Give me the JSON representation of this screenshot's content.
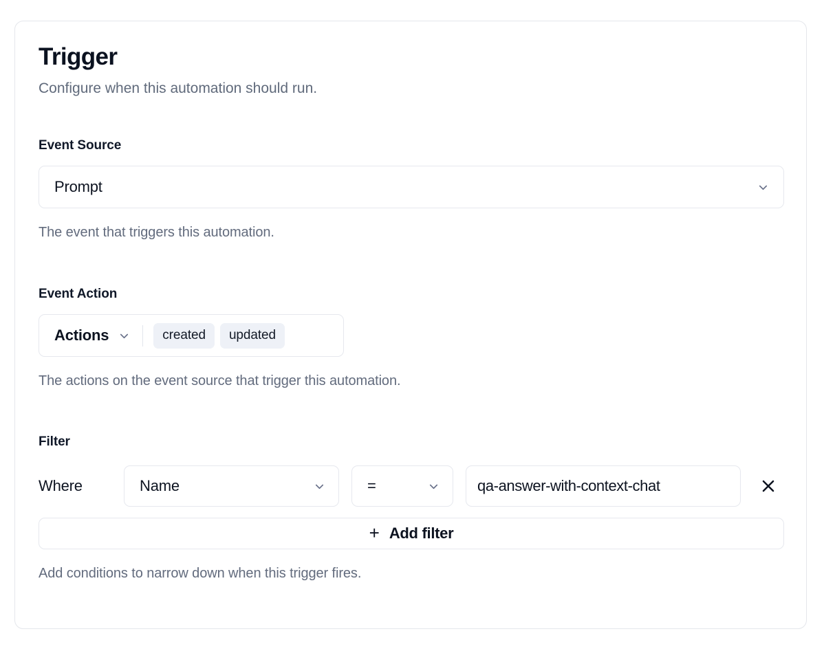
{
  "card": {
    "title": "Trigger",
    "subtitle": "Configure when this automation should run."
  },
  "event_source": {
    "label": "Event Source",
    "selected": "Prompt",
    "chevron_icon": "chevron-down-icon",
    "help": "The event that triggers this automation."
  },
  "event_action": {
    "label": "Event Action",
    "dropdown_label": "Actions",
    "chevron_icon": "chevron-down-icon",
    "chips": [
      "created",
      "updated"
    ],
    "help": "The actions on the event source that trigger this automation."
  },
  "filter": {
    "label": "Filter",
    "where_label": "Where",
    "field_value": "Name",
    "field_chevron_icon": "chevron-down-icon",
    "operator_value": "=",
    "operator_chevron_icon": "chevron-down-icon",
    "value_text": "qa-answer-with-context-chat",
    "remove_icon": "close-icon",
    "add_filter_plus": "+",
    "add_filter_label": "Add filter",
    "help": "Add conditions to narrow down when this trigger fires."
  },
  "colors": {
    "text_primary": "#0d1320",
    "text_muted": "#626b7d",
    "border": "#e6e8ee",
    "chip_bg": "#eef1f7",
    "chevron": "#69718a"
  }
}
